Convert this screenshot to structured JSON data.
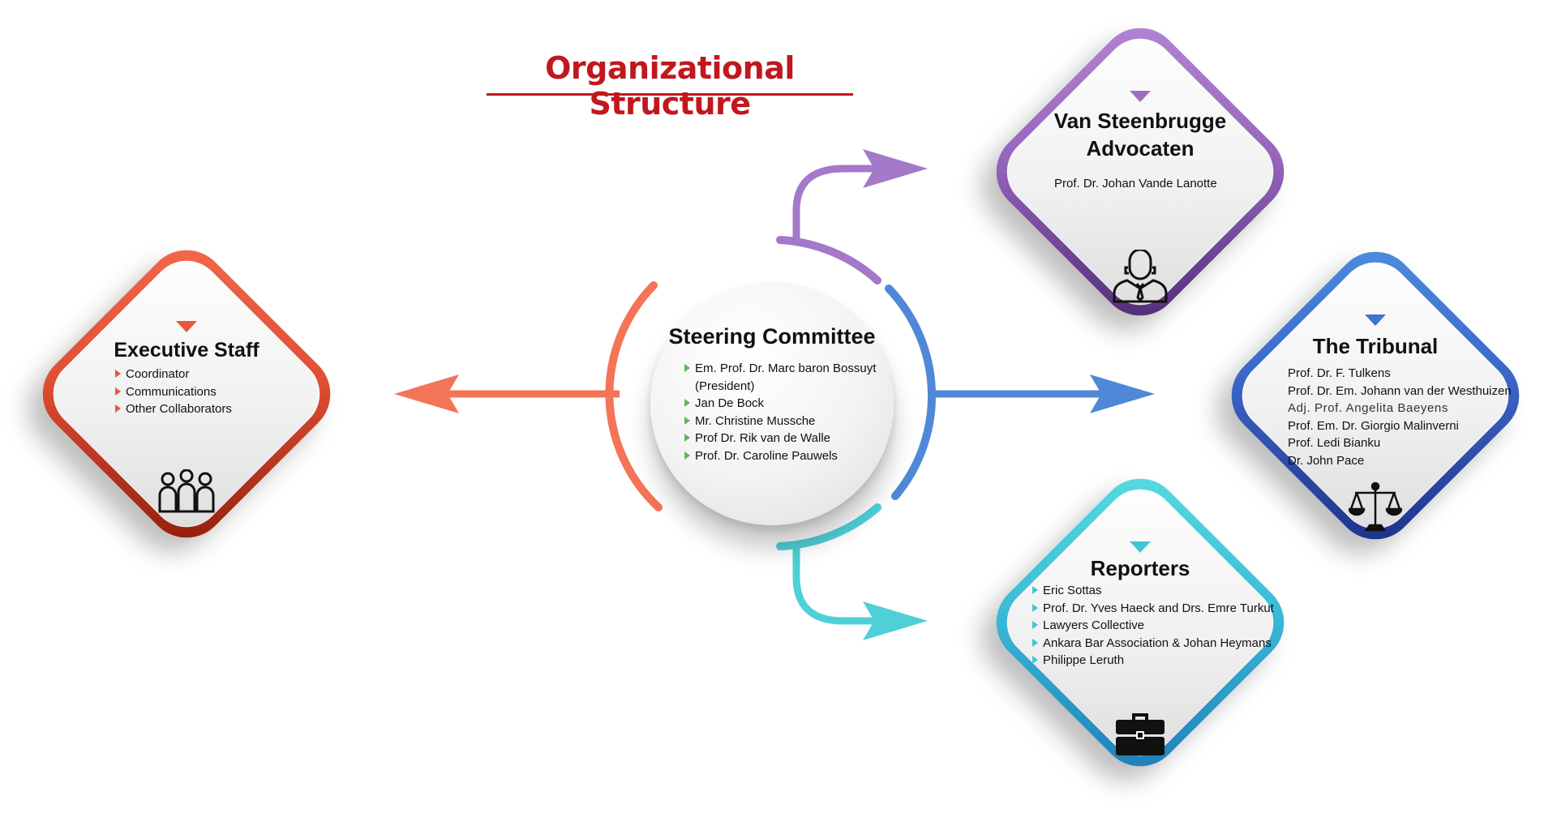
{
  "title": "Organizational Structure",
  "colors": {
    "title": "#c0181d",
    "executive": "#e9573e",
    "advocaten": "#9e6fc0",
    "tribunal": "#3f73cc",
    "reporters": "#3fc6d6",
    "center_bullet": "#5cb85c"
  },
  "steering_committee": {
    "title": "Steering Committee",
    "members": [
      "Em. Prof. Dr. Marc baron Bossuyt",
      "(President)",
      "Jan De Bock",
      "Mr. Christine Mussche",
      "Prof Dr. Rik van de Walle",
      "Prof. Dr. Caroline Pauwels"
    ]
  },
  "executive_staff": {
    "title": "Executive Staff",
    "items": [
      "Coordinator",
      "Communications",
      "Other Collaborators"
    ],
    "icon": "group-icon"
  },
  "advocaten": {
    "title_line1": "Van Steenbrugge",
    "title_line2": "Advocaten",
    "members": [
      "Prof. Dr. Johan Vande Lanotte"
    ],
    "icon": "lawyer-icon"
  },
  "tribunal": {
    "title": "The Tribunal",
    "members": [
      "Prof. Dr. F. Tulkens",
      "Prof. Dr. Em. Johann van der Westhuizen",
      "Adj. Prof. Angelita Baeyens",
      "Prof. Em. Dr. Giorgio Malinverni",
      "Prof. Ledi Bianku",
      "Dr. John Pace"
    ],
    "icon": "scales-icon"
  },
  "reporters": {
    "title": "Reporters",
    "members": [
      "Eric Sottas",
      "Prof. Dr. Yves Haeck and Drs. Emre Turkut",
      "Lawyers Collective",
      "Ankara Bar Association & Johan Heymans",
      "Philippe Leruth"
    ],
    "icon": "briefcase-icon"
  }
}
